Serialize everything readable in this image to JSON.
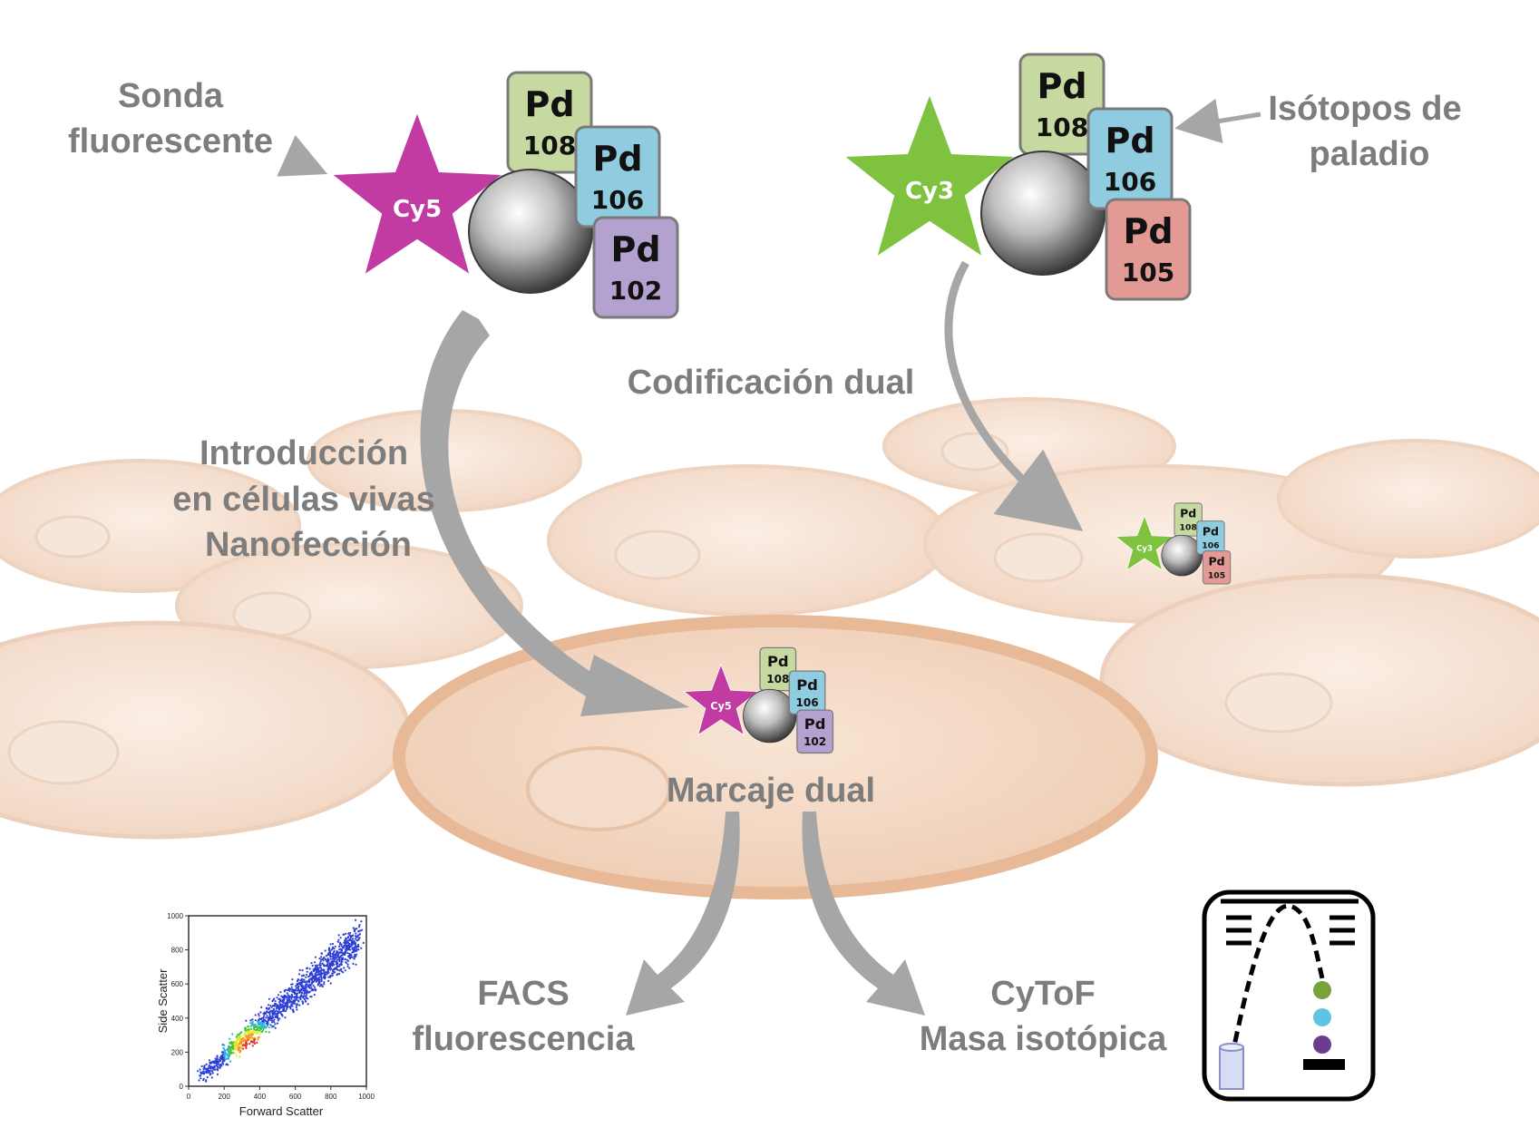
{
  "labels": {
    "fluorescent_probe_line1": "Sonda",
    "fluorescent_probe_line2": "fluorescente",
    "palladium_isotopes_line1": "Isótopos de",
    "palladium_isotopes_line2": "paladio",
    "dual_coding": "Codificación dual",
    "introduction_line1": "Introducción",
    "introduction_line2": "en células vivas",
    "introduction_line3": "Nanofección",
    "dual_labeling": "Marcaje dual",
    "facs_line1": "FACS",
    "facs_line2": "fluorescencia",
    "cytof_line1": "CyToF",
    "cytof_line2": "Masa isotópica"
  },
  "probe_left": {
    "star_label": "Cy5",
    "star_color": "#c13ba3",
    "tags": [
      {
        "element": "Pd",
        "mass": "108",
        "color": "#c6d9a0"
      },
      {
        "element": "Pd",
        "mass": "106",
        "color": "#8fcce0"
      },
      {
        "element": "Pd",
        "mass": "102",
        "color": "#b3a2cf"
      }
    ]
  },
  "probe_right": {
    "star_label": "Cy3",
    "star_color": "#7fc240",
    "tags": [
      {
        "element": "Pd",
        "mass": "108",
        "color": "#c6d9a0"
      },
      {
        "element": "Pd",
        "mass": "106",
        "color": "#8fcce0"
      },
      {
        "element": "Pd",
        "mass": "105",
        "color": "#e49a94"
      }
    ]
  },
  "scatter_plot": {
    "xlabel": "Forward Scatter",
    "ylabel": "Side Scatter",
    "xticks": [
      "0",
      "200",
      "400",
      "600",
      "800",
      "1000"
    ],
    "yticks": [
      "0",
      "200",
      "400",
      "600",
      "800",
      "1000"
    ]
  },
  "colors": {
    "label_gray": "#7d7d7d",
    "cell_fill": "#f6e3d6",
    "cell_edge": "#e8c4a8",
    "arrow_gray": "#a6a6a6"
  }
}
